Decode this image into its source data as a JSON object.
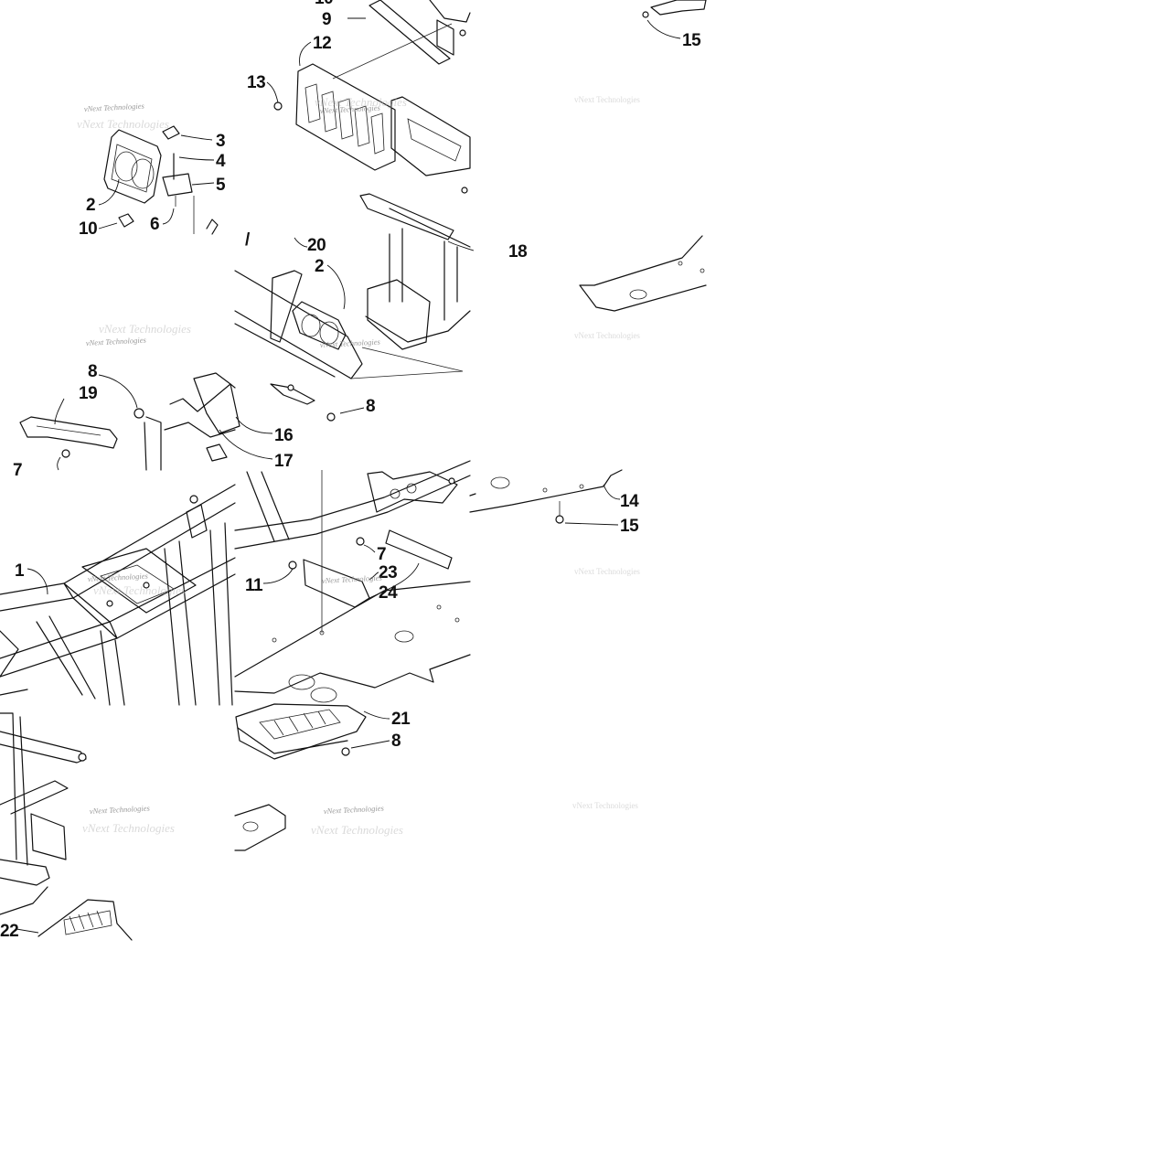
{
  "watermark": "vNext Technologies",
  "callouts": {
    "c1": "1",
    "c2a": "2",
    "c2b": "2",
    "c3": "3",
    "c4": "4",
    "c5": "5",
    "c6": "6",
    "c7a": "7",
    "c7b": "7",
    "c8a": "8",
    "c8b": "8",
    "c8c": "8",
    "c9": "9",
    "c10": "10",
    "c11": "11",
    "c12": "12",
    "c13": "13",
    "c14": "14",
    "c15a": "15",
    "c15b": "15",
    "c16": "16",
    "c17": "17",
    "c18": "18",
    "c19": "19",
    "c20": "20",
    "c21": "21",
    "c22": "22",
    "c23": "23",
    "c24": "24"
  }
}
